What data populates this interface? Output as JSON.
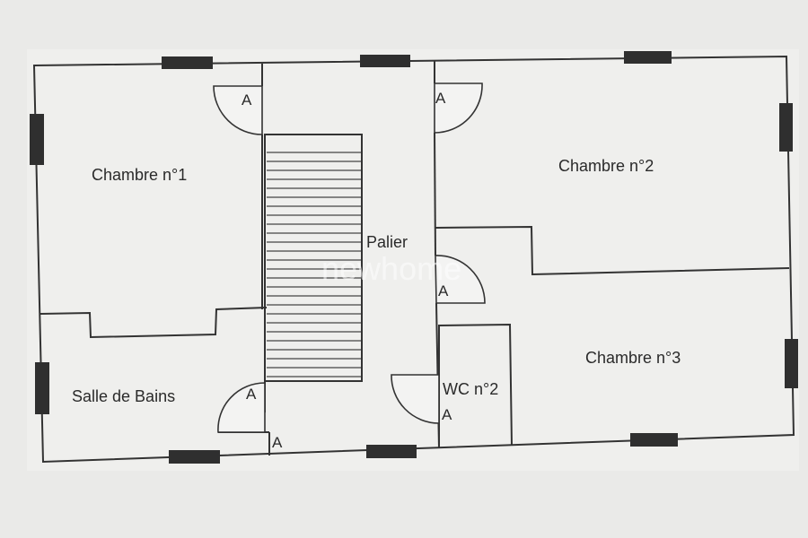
{
  "rooms": {
    "chambre1": "Chambre n°1",
    "chambre2": "Chambre n°2",
    "chambre3": "Chambre n°3",
    "palier": "Palier",
    "salle_de_bains": "Salle de Bains",
    "wc": "WC n°2"
  },
  "door_marker": "A",
  "watermark": "newhome",
  "stair_steps": 26
}
